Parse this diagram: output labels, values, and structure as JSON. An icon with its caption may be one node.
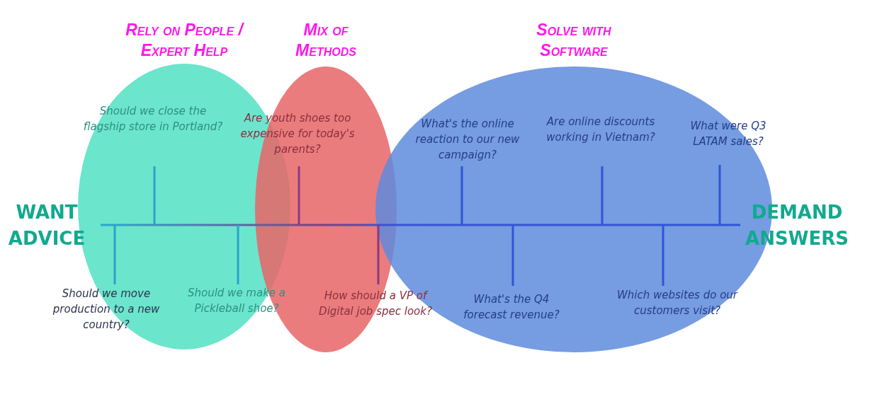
{
  "diagram": {
    "nodes": [
      {
        "text": [
          "Rely on People / Expert Help"
        ]
      },
      {
        "text": [
          "Mix of Methods"
        ]
      },
      {
        "text": [
          "Solve with Software"
        ]
      }
    ],
    "labels": [
      "Should we close the flagship store in Portland?",
      "Are youth shoes too expensive for today's parents?",
      "What's the online reaction to our new campaign?",
      "Are online discounts working in Vietnam?",
      "What were Q3 LATAM sales?",
      "WANT ADVICE",
      "DEMAND ANSWERS",
      "Should we move production to a new country?",
      "Should we make a Pickleball shoe?",
      "How should a VP of Digital job spec look?",
      "What's the Q4 forecast revenue?",
      "Which websites do our customers visit?"
    ]
  }
}
